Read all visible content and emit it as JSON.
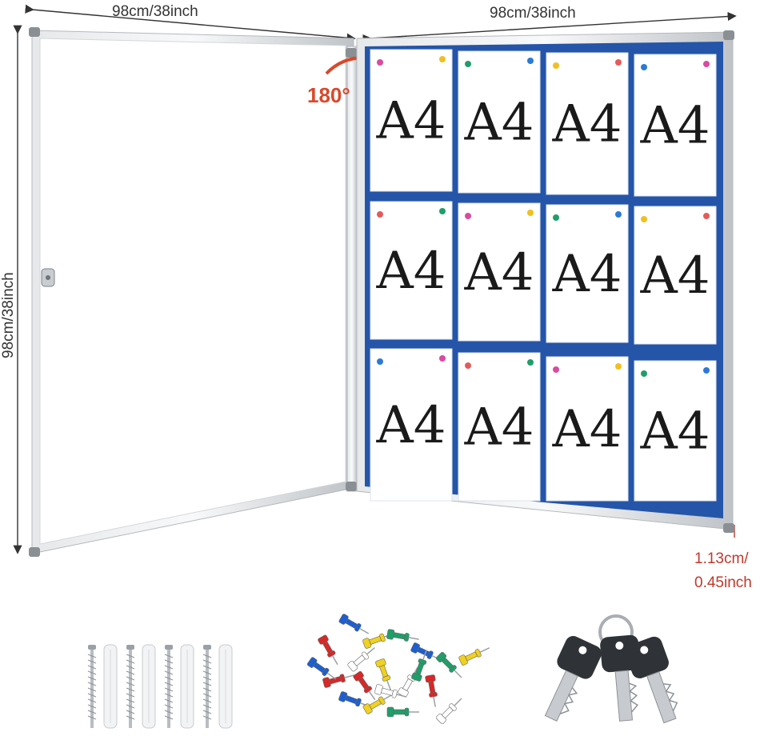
{
  "dimensions": {
    "door_width": "98cm/38inch",
    "board_width": "98cm/38inch",
    "height": "98cm/38inch",
    "depth_line1": "1.13cm/",
    "depth_line2": "0.45inch"
  },
  "hinge": {
    "rotation_label": "180°"
  },
  "board": {
    "rows": 3,
    "cols": 4,
    "sheet_label": "A4",
    "frame_color": "#c9ccd0",
    "felt_color": "#2455a8"
  },
  "accessories": {
    "wall_plugs_and_screws": 4,
    "push_pin_colors": [
      "#1e5fcf",
      "#f0d020",
      "#d62828",
      "#1f9e6a",
      "#ffffff"
    ],
    "keys": 3
  },
  "colors": {
    "dimension_text": "#333333",
    "depth_text": "#c0392b",
    "rotation_accent": "#d9482b"
  }
}
